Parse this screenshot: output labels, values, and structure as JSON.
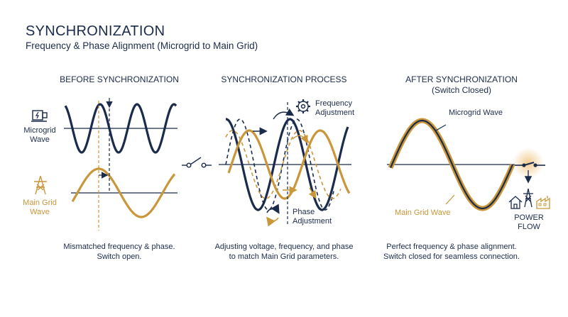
{
  "title": "SYNCHRONIZATION",
  "subtitle": "Frequency & Phase Alignment (Microgrid to Main Grid)",
  "panels": {
    "before": {
      "heading": "BEFORE SYNCHRONIZATION",
      "microgrid_label_1": "Microgrid",
      "microgrid_label_2": "Wave",
      "maingrid_label_1": "Main Grid",
      "maingrid_label_2": "Wave",
      "caption_1": "Mismatched frequency & phase.",
      "caption_2": "Switch open."
    },
    "process": {
      "heading": "SYNCHRONIZATION PROCESS",
      "frequency_label_1": "Frequency",
      "frequency_label_2": "Adjustment",
      "phase_label_1": "Phase",
      "phase_label_2": "Adjustment",
      "caption_1": "Adjusting voltage, frequency, and phase",
      "caption_2": "to match Main Grid parameters."
    },
    "after": {
      "heading_1": "AFTER SYNCHRONIZATION",
      "heading_2": "(Switch Closed)",
      "microgrid_label": "Microgrid Wave",
      "maingrid_label": "Main Grid Wave",
      "power_flow": "POWER FLOW",
      "caption_1": "Perfect frequency & phase alignment.",
      "caption_2": "Switch closed for seamless connection."
    }
  },
  "colors": {
    "navy": "#1b2b4b",
    "gold": "#c9963a",
    "glow": "#f3c98b"
  }
}
